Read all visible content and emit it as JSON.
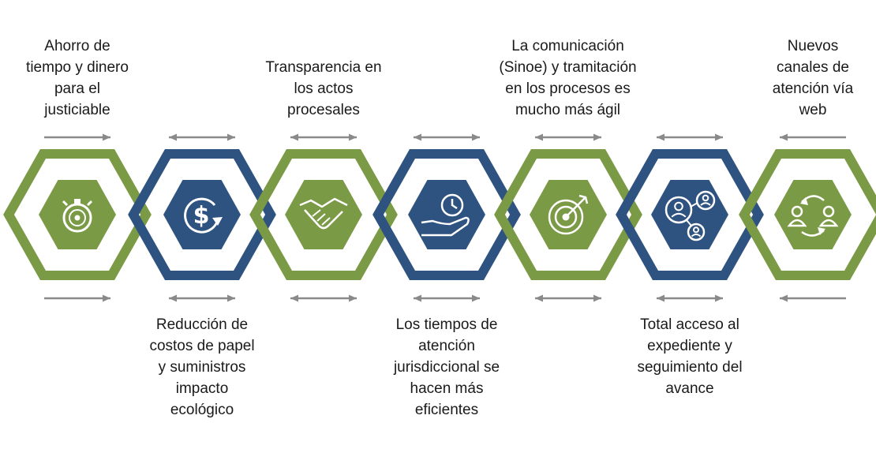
{
  "colors": {
    "green": "#7a9a45",
    "blue": "#2f5380",
    "arrow": "#8a8a8a",
    "icon": "#ffffff"
  },
  "steps": [
    {
      "color": "green",
      "icon": "stopwatch-icon",
      "label": "Ahorro de tiempo y dinero para el justiciable",
      "arrow": "right"
    },
    {
      "color": "blue",
      "icon": "dollar-cycle-icon",
      "label": "Reducción de costos de papel y suministros impacto ecológico",
      "arrow": "both"
    },
    {
      "color": "green",
      "icon": "handshake-icon",
      "label": "Transparencia en los actos procesales",
      "arrow": "both"
    },
    {
      "color": "blue",
      "icon": "hand-clock-icon",
      "label": "Los tiempos de atención jurisdiccional se hacen más eficientes",
      "arrow": "both"
    },
    {
      "color": "green",
      "icon": "target-icon",
      "label": "La comunicación (Sinoe) y tramitación en los procesos es mucho más ágil",
      "arrow": "both"
    },
    {
      "color": "blue",
      "icon": "network-users-icon",
      "label": "Total acceso al expediente y seguimiento del avance",
      "arrow": "both"
    },
    {
      "color": "green",
      "icon": "exchange-users-icon",
      "label": "Nuevos canales de atención vía web",
      "arrow": "left"
    }
  ]
}
